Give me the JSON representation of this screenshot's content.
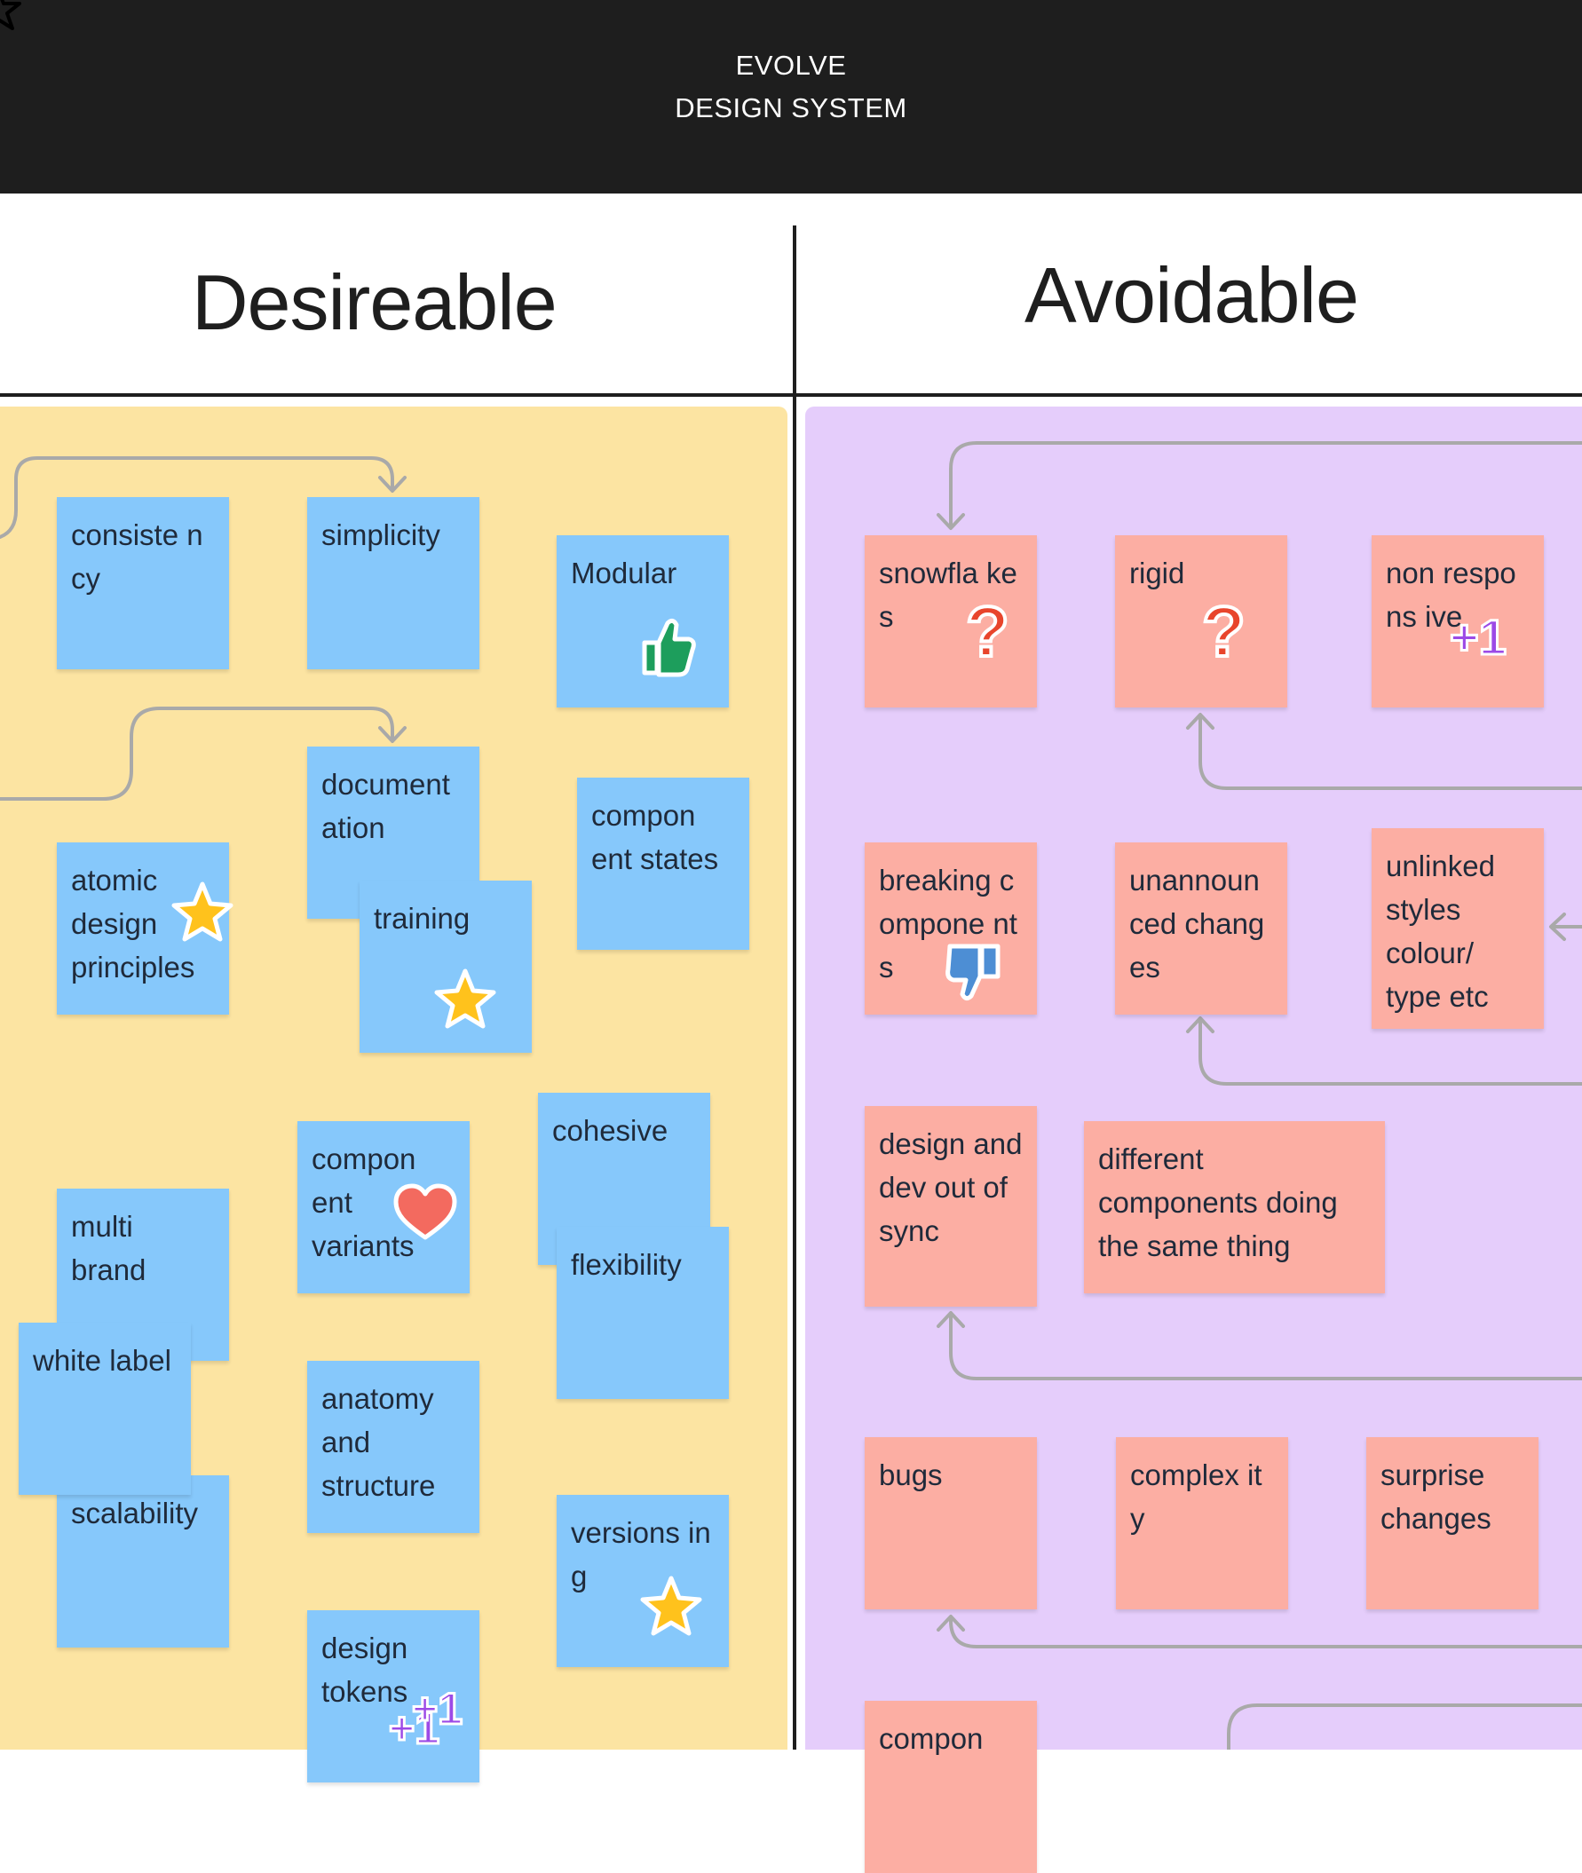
{
  "header": {
    "line1": "EVOLVE",
    "line2": "DESIGN SYSTEM"
  },
  "columns": {
    "left_title": "Desireable",
    "right_title": "Avoidable"
  },
  "desirable_notes": {
    "consistency": "consiste ncy",
    "simplicity": "simplicity",
    "modular": "Modular",
    "documentation": "document ation",
    "component_states": "compon ent states",
    "atomic": "atomic design principles",
    "training": "training",
    "cohesive": "cohesive",
    "component_variants": "compon ent variants",
    "multi_brand": "multi brand",
    "flexibility": "flexibility",
    "white_label": "white label",
    "anatomy": "anatomy and structure",
    "scalability": "scalability",
    "versioning": "versions ing",
    "design_tokens": "design tokens"
  },
  "avoidable_notes": {
    "snowflakes": "snowfla kes",
    "rigid": "rigid",
    "non_responsive": "non respons ive",
    "breaking": "breaking compone nts",
    "unannounced": "unannoun ced changes",
    "unlinked": "unlinked styles colour/ type etc",
    "design_dev_sync": "design and dev out of sync",
    "different_components": "different components doing the same thing",
    "bugs": "bugs",
    "complexity": "complex ity",
    "surprise": "surprise changes",
    "compon_bottom": "compon"
  },
  "stickers": {
    "plus_one": "+1",
    "question": "?"
  },
  "colors": {
    "header_bg": "#1e1e1e",
    "desirable_bg": "#fce4a2",
    "avoidable_bg": "#e5cdfb",
    "blue_note": "#86c8fb",
    "pink_note": "#fcaea3",
    "connector": "#a9a9a9"
  }
}
